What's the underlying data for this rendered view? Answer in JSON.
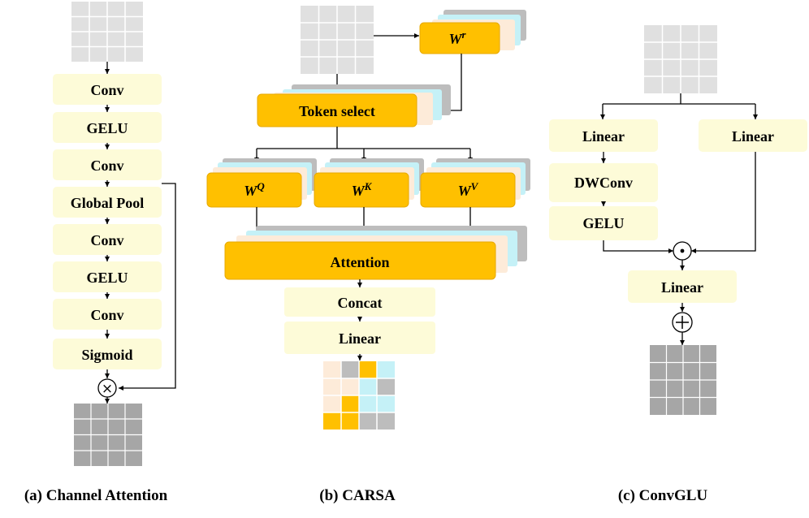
{
  "channel_attention": {
    "blocks": [
      "Conv",
      "GELU",
      "Conv",
      "Global Pool",
      "Conv",
      "GELU",
      "Conv",
      "Sigmoid"
    ],
    "multiply_symbol": "×",
    "caption": "(a) Channel Attention"
  },
  "carsa": {
    "wr_base": "W",
    "wr_sup": "r",
    "token_select": "Token select",
    "wq_base": "W",
    "wq_sup": "Q",
    "wk_base": "W",
    "wk_sup": "K",
    "wv_base": "W",
    "wv_sup": "V",
    "attention": "Attention",
    "concat": "Concat",
    "linear": "Linear",
    "caption": "(b) CARSA"
  },
  "convglu": {
    "linear_left": "Linear",
    "dwconv": "DWConv",
    "gelu": "GELU",
    "linear_right": "Linear",
    "elementwise_symbol": "⊙",
    "linear_out": "Linear",
    "add_symbol": "+",
    "caption": "(c) ConvGLU"
  },
  "colors": {
    "block_fill": "#fdfbd8",
    "accent_orange": "#ffc000",
    "grid_light": "#e0e0e0",
    "grid_dark": "#a6a6a6",
    "layer_cyan": "#c5f1f7",
    "layer_peach": "#fdebd9",
    "layer_gray": "#bdbdbd"
  }
}
